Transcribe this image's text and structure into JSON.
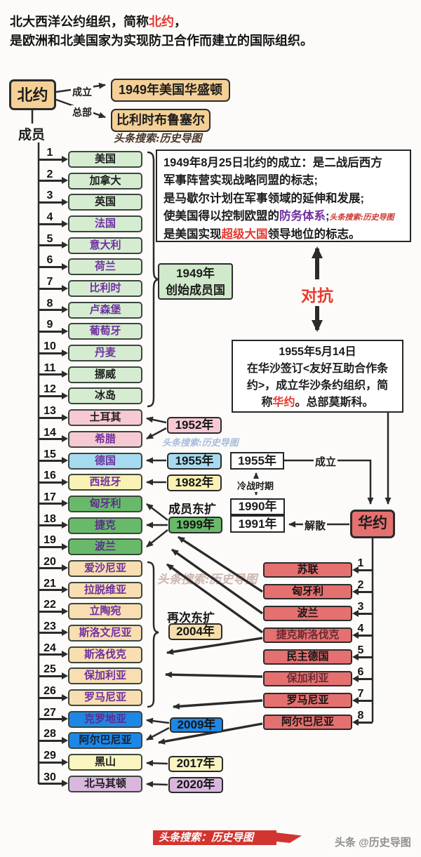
{
  "title": {
    "part1": "北大西洋公约组织，简称",
    "highlight": "北约",
    "part2": "，",
    "line2": "是欧洲和北美国家为实现防卫合作而建立的国际组织。"
  },
  "nato_node": {
    "name": "北约",
    "founded_label": "成立",
    "founded_place": "1949年美国华盛顿",
    "hq_label": "总部",
    "hq_place": "比利时布鲁塞尔",
    "members_label": "成员"
  },
  "nato_members": [
    {
      "num": "1",
      "name": "美国",
      "bg": "#d5ecd1",
      "fg": "#1c1c1c"
    },
    {
      "num": "2",
      "name": "加拿大",
      "bg": "#d5ecd1",
      "fg": "#1c1c1c"
    },
    {
      "num": "3",
      "name": "英国",
      "bg": "#d5ecd1",
      "fg": "#1c1c1c"
    },
    {
      "num": "4",
      "name": "法国",
      "bg": "#d5ecd1",
      "fg": "#7030a0"
    },
    {
      "num": "5",
      "name": "意大利",
      "bg": "#d5ecd1",
      "fg": "#7030a0"
    },
    {
      "num": "6",
      "name": "荷兰",
      "bg": "#d5ecd1",
      "fg": "#7030a0"
    },
    {
      "num": "7",
      "name": "比利时",
      "bg": "#d5ecd1",
      "fg": "#7030a0"
    },
    {
      "num": "8",
      "name": "卢森堡",
      "bg": "#d5ecd1",
      "fg": "#7030a0"
    },
    {
      "num": "9",
      "name": "葡萄牙",
      "bg": "#d5ecd1",
      "fg": "#7030a0"
    },
    {
      "num": "10",
      "name": "丹麦",
      "bg": "#d5ecd1",
      "fg": "#7030a0"
    },
    {
      "num": "11",
      "name": "挪威",
      "bg": "#d5ecd1",
      "fg": "#1c1c1c"
    },
    {
      "num": "12",
      "name": "冰岛",
      "bg": "#d5ecd1",
      "fg": "#1c1c1c"
    },
    {
      "num": "13",
      "name": "土耳其",
      "bg": "#f7c9d3",
      "fg": "#1c1c1c"
    },
    {
      "num": "14",
      "name": "希腊",
      "bg": "#f7c9d3",
      "fg": "#7030a0"
    },
    {
      "num": "15",
      "name": "德国",
      "bg": "#a6daf0",
      "fg": "#7030a0"
    },
    {
      "num": "16",
      "name": "西班牙",
      "bg": "#f9f2b4",
      "fg": "#7030a0"
    },
    {
      "num": "17",
      "name": "匈牙利",
      "bg": "#68ba6a",
      "fg": "#5e2b8f"
    },
    {
      "num": "18",
      "name": "捷克",
      "bg": "#68ba6a",
      "fg": "#5e2b8f"
    },
    {
      "num": "19",
      "name": "波兰",
      "bg": "#68ba6a",
      "fg": "#5e2b8f"
    },
    {
      "num": "20",
      "name": "爱沙尼亚",
      "bg": "#f8deb0",
      "fg": "#7030a0"
    },
    {
      "num": "21",
      "name": "拉脱维亚",
      "bg": "#f8deb0",
      "fg": "#7030a0"
    },
    {
      "num": "22",
      "name": "立陶宛",
      "bg": "#f8deb0",
      "fg": "#7030a0"
    },
    {
      "num": "23",
      "name": "斯洛文尼亚",
      "bg": "#f8deb0",
      "fg": "#7030a0"
    },
    {
      "num": "24",
      "name": "斯洛伐克",
      "bg": "#f8deb0",
      "fg": "#7030a0"
    },
    {
      "num": "25",
      "name": "保加利亚",
      "bg": "#f8deb0",
      "fg": "#7030a0"
    },
    {
      "num": "26",
      "name": "罗马尼亚",
      "bg": "#f8deb0",
      "fg": "#7030a0"
    },
    {
      "num": "27",
      "name": "克罗地亚",
      "bg": "#1e87e6",
      "fg": "#5e2b8f"
    },
    {
      "num": "28",
      "name": "阿尔巴尼亚",
      "bg": "#1e87e6",
      "fg": "#16202e"
    },
    {
      "num": "29",
      "name": "黑山",
      "bg": "#f9f4c0",
      "fg": "#1c1c1c"
    },
    {
      "num": "30",
      "name": "北马其顿",
      "bg": "#d9b7dd",
      "fg": "#1c1c1c"
    }
  ],
  "founding_box": {
    "line1": "1949年",
    "line2": "创始成员国"
  },
  "desc_1949": {
    "l1": "1949年8月25日北约的成立：是二战后西方",
    "l2": "军事阵营实现战略同盟的标志;",
    "l3": "是马歇尔计划在军事领域的延伸和发展;",
    "l4a": "使美国得以控制欧盟的",
    "l4b": "防务体系",
    "l4c": ";",
    "l4_watermark": "头条搜索:历史导图",
    "l5a": "是美国实现",
    "l5b": "超级大国",
    "l5c": "领导地位的标志。"
  },
  "confrontation_label": "对抗",
  "desc_1955": {
    "l1": "1955年5月14日",
    "l2": "在华沙签订<友好互助合作条",
    "l3": "约>，成立华沙条约组织，简",
    "l4a": "称",
    "l4b": "华约",
    "l4c": "。总部莫斯科。"
  },
  "timeline": {
    "y1952": {
      "label": "1952年",
      "bg": "#f7c9d3"
    },
    "y1955": {
      "label": "1955年",
      "bg": "#a6daf0"
    },
    "y1982": {
      "label": "1982年",
      "bg": "#f9f2b4"
    },
    "east1": "成员东扩",
    "y1999": {
      "label": "1999年",
      "bg": "#68ba6a"
    },
    "east2": "再次东扩",
    "y2004": {
      "label": "2004年",
      "bg": "#f6ddab"
    },
    "y2009": {
      "label": "2009年",
      "bg": "#1e87e6"
    },
    "y2017": {
      "label": "2017年",
      "bg": "#f9f4c0"
    },
    "y2020": {
      "label": "2020年",
      "bg": "#d9b7dd"
    }
  },
  "coldwar": {
    "y1955": "1955年",
    "founded": "成立",
    "period": "冷战时期",
    "y1990": "1990年",
    "y1991": "1991年",
    "dissolved": "解散"
  },
  "warsaw": {
    "name": "华约",
    "members": [
      {
        "num": "1",
        "name": "苏联",
        "bg": "#e57070",
        "fg": "#141414"
      },
      {
        "num": "2",
        "name": "匈牙利",
        "bg": "#e57070",
        "fg": "#141414"
      },
      {
        "num": "3",
        "name": "波兰",
        "bg": "#e57070",
        "fg": "#141414"
      },
      {
        "num": "4",
        "name": "捷克斯洛伐克",
        "bg": "#e57070",
        "fg": "#6d2a32"
      },
      {
        "num": "5",
        "name": "民主德国",
        "bg": "#e57070",
        "fg": "#141414"
      },
      {
        "num": "6",
        "name": "保加利亚",
        "bg": "#e57070",
        "fg": "#6d2a32"
      },
      {
        "num": "7",
        "name": "罗马尼亚",
        "bg": "#e57070",
        "fg": "#141414"
      },
      {
        "num": "8",
        "name": "阿尔巴尼亚",
        "bg": "#e57070",
        "fg": "#141414"
      }
    ]
  },
  "watermarks": {
    "wm_top": "头条搜索:历史导图",
    "wm_blue": "头条搜索:历史导图",
    "wm_faded": "头条搜索:历史导图",
    "banner": "头条搜索：历史导图",
    "credit": "头条 @历史导图"
  },
  "colors": {
    "accent_red": "#e33a30",
    "accent_purple": "#7030a0",
    "warsaw_red": "#e57070",
    "nato_tan": "#f4d096",
    "banner_red": "#d2342f"
  }
}
